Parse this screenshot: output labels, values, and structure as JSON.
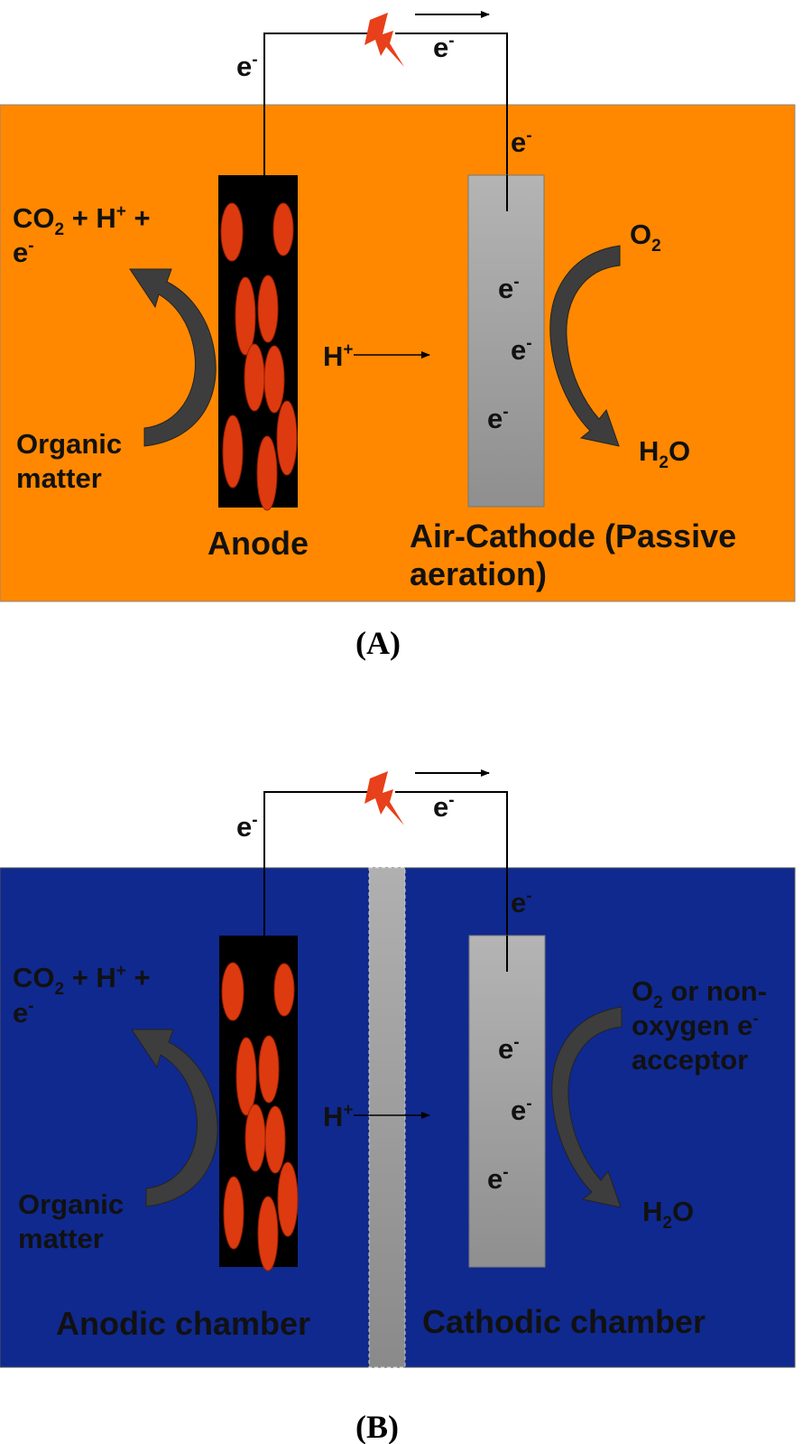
{
  "panel_a": {
    "caption": "(A)",
    "electron": "e",
    "electron_sign": "-",
    "left_product_line1_a": "CO",
    "left_product_sub": "2",
    "left_product_line1_b": " + H",
    "left_product_sup": "+",
    "left_product_line1_c": " +",
    "left_product_line2": "e",
    "left_product_line2_sup": "-",
    "substrate_line1": "Organic",
    "substrate_line2": "matter",
    "proton": "H",
    "proton_sup": "+",
    "oxidant": "O",
    "oxidant_sub": "2",
    "product_a": "H",
    "product_sub": "2",
    "product_b": "O",
    "anode_label": "Anode",
    "cathode_label_line1": "Air-Cathode (Passive",
    "cathode_label_line2": "aeration)"
  },
  "panel_b": {
    "caption": "(B)",
    "electron": "e",
    "electron_sign": "-",
    "left_product_line1_a": "CO",
    "left_product_sub": "2",
    "left_product_line1_b": " + H",
    "left_product_sup": "+",
    "left_product_line1_c": " +",
    "left_product_line2": "e",
    "left_product_line2_sup": "-",
    "substrate_line1": "Organic",
    "substrate_line2": "matter",
    "proton": "H",
    "proton_sup": "+",
    "acceptor_line1_a": "O",
    "acceptor_line1_sub": "2",
    "acceptor_line1_b": "  or non-",
    "acceptor_line2_a": "oxygen e",
    "acceptor_line2_sup": "-",
    "acceptor_line3": "acceptor",
    "product_a": "H",
    "product_sub": "2",
    "product_b": "O",
    "anodic_label": "Anodic chamber",
    "cathodic_label": "Cathodic chamber"
  },
  "colors": {
    "panel_a_bg": "#ff8800",
    "panel_b_bg": "#10298f",
    "anode": "#000000",
    "bacteria": "#dd3a10",
    "cathode": "#a8a8a8",
    "curved_arrow": "#3d3d3d",
    "bolt": "#e8401a"
  }
}
